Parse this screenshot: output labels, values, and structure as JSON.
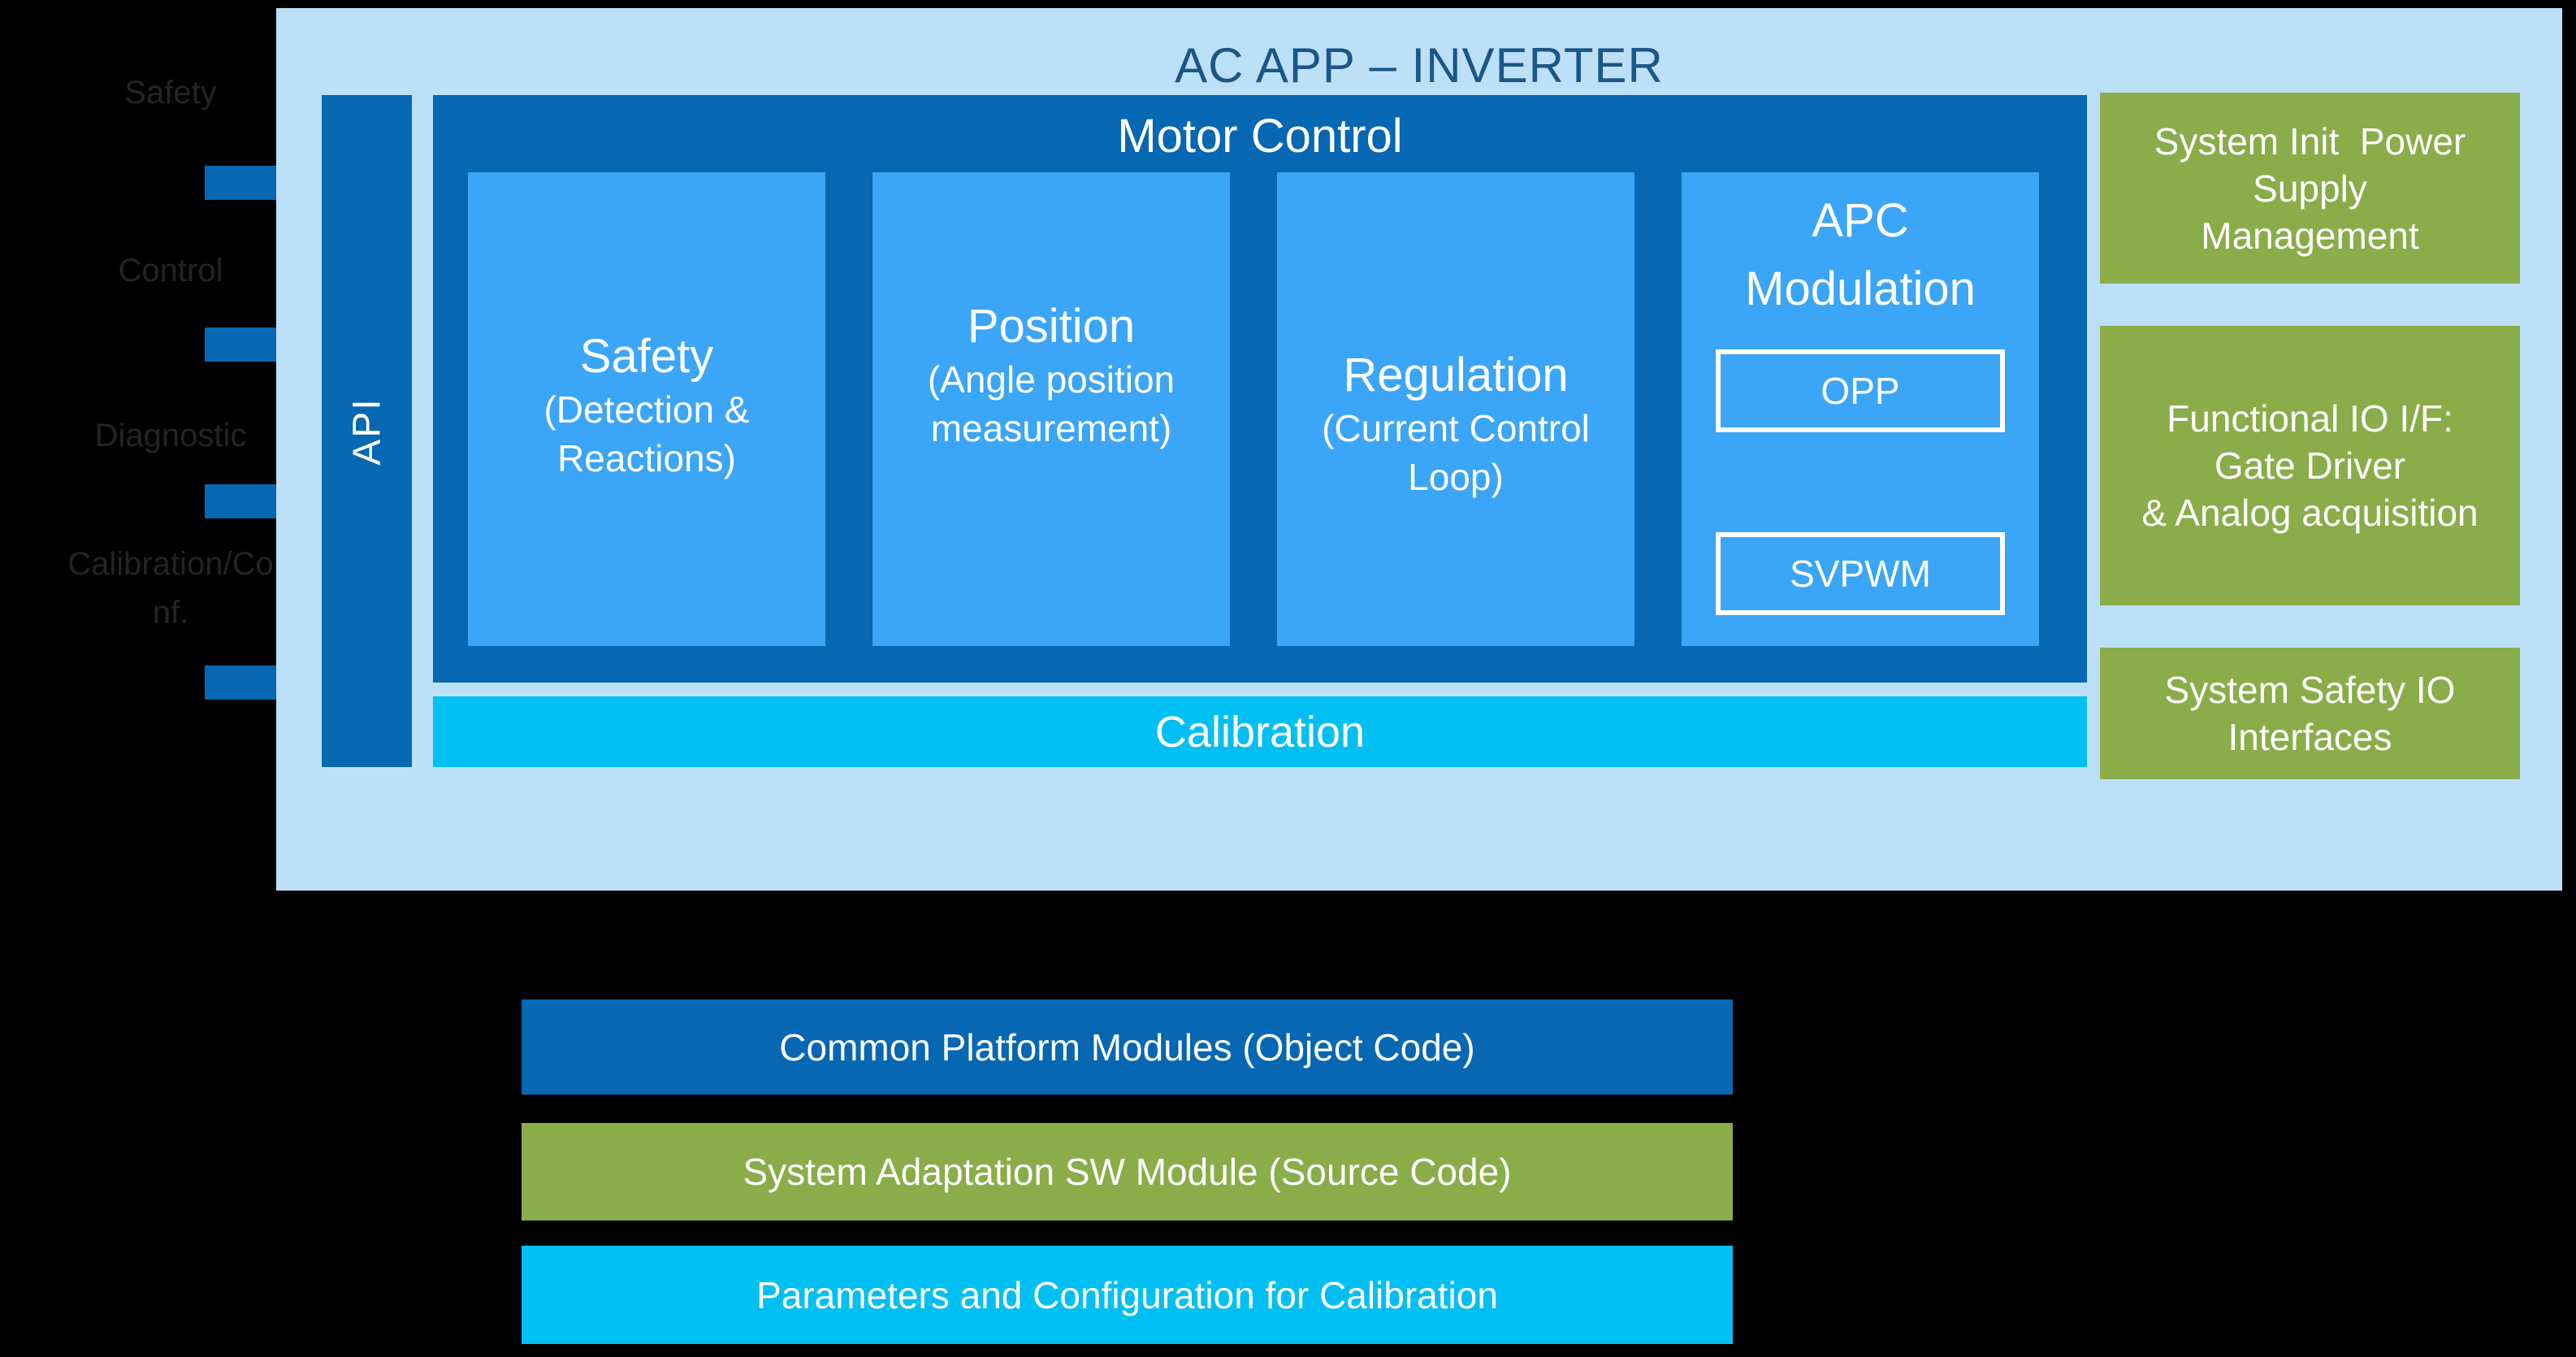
{
  "title": "AC APP – INVERTER",
  "api_label": "API",
  "motor_control": {
    "title": "Motor Control",
    "safety": {
      "title": "Safety",
      "sub1": "(Detection &",
      "sub2": "Reactions)"
    },
    "position": {
      "title": "Position",
      "sub1": "(Angle position",
      "sub2": "measurement)"
    },
    "regulation": {
      "title": "Regulation",
      "sub1": "(Current Control",
      "sub2": "Loop)"
    },
    "apc": {
      "title1": "APC",
      "title2": "Modulation",
      "box1": "OPP",
      "box2": "SVPWM"
    }
  },
  "calibration_label": "Calibration",
  "left_labels": {
    "safety": "Safety",
    "control": "Control",
    "diagnostic": "Diagnostic",
    "calibration_line1": "Calibration/Co",
    "calibration_line2": "nf."
  },
  "right_blocks": {
    "system_init": {
      "line1": "System Init  Power",
      "line2": "Supply",
      "line3": "Management"
    },
    "functional_io": {
      "line1": "Functional IO I/F:",
      "line2": "Gate Driver",
      "line3": "& Analog acquisition"
    },
    "system_safety": {
      "line1": "System Safety IO",
      "line2": "Interfaces"
    }
  },
  "legend": {
    "common_platform": "Common Platform Modules (Object Code)",
    "system_adaptation": "System Adaptation SW Module (Source Code)",
    "parameters": "Parameters and Configuration for Calibration"
  },
  "colors": {
    "background": "#000000",
    "panel_light_blue": "#BDE0F9",
    "dark_blue": "#0667B2",
    "medium_blue": "#3BA5F7",
    "cyan": "#00BFF3",
    "green": "#8AAC49",
    "title_text": "#1B5687",
    "label_gray": "#242424",
    "white_text": "#FFFFFF"
  }
}
